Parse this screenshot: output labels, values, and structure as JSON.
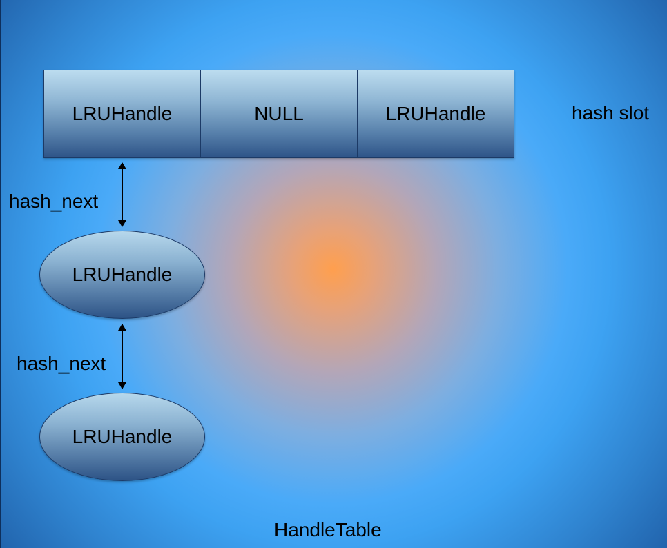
{
  "diagram": {
    "slots": [
      "LRUHandle",
      "NULL",
      "LRUHandle"
    ],
    "slot_row_label": "hash slot",
    "chain_nodes": [
      "LRUHandle",
      "LRUHandle"
    ],
    "links": [
      "hash_next",
      "hash_next"
    ],
    "container_label": "HandleTable"
  },
  "colors": {
    "center_glow": "#ff9f4e",
    "background_blue": "#4aaaf8",
    "edge_blue": "#174d8f",
    "box_top": "#bcdcef",
    "box_bottom": "#2e5488"
  }
}
